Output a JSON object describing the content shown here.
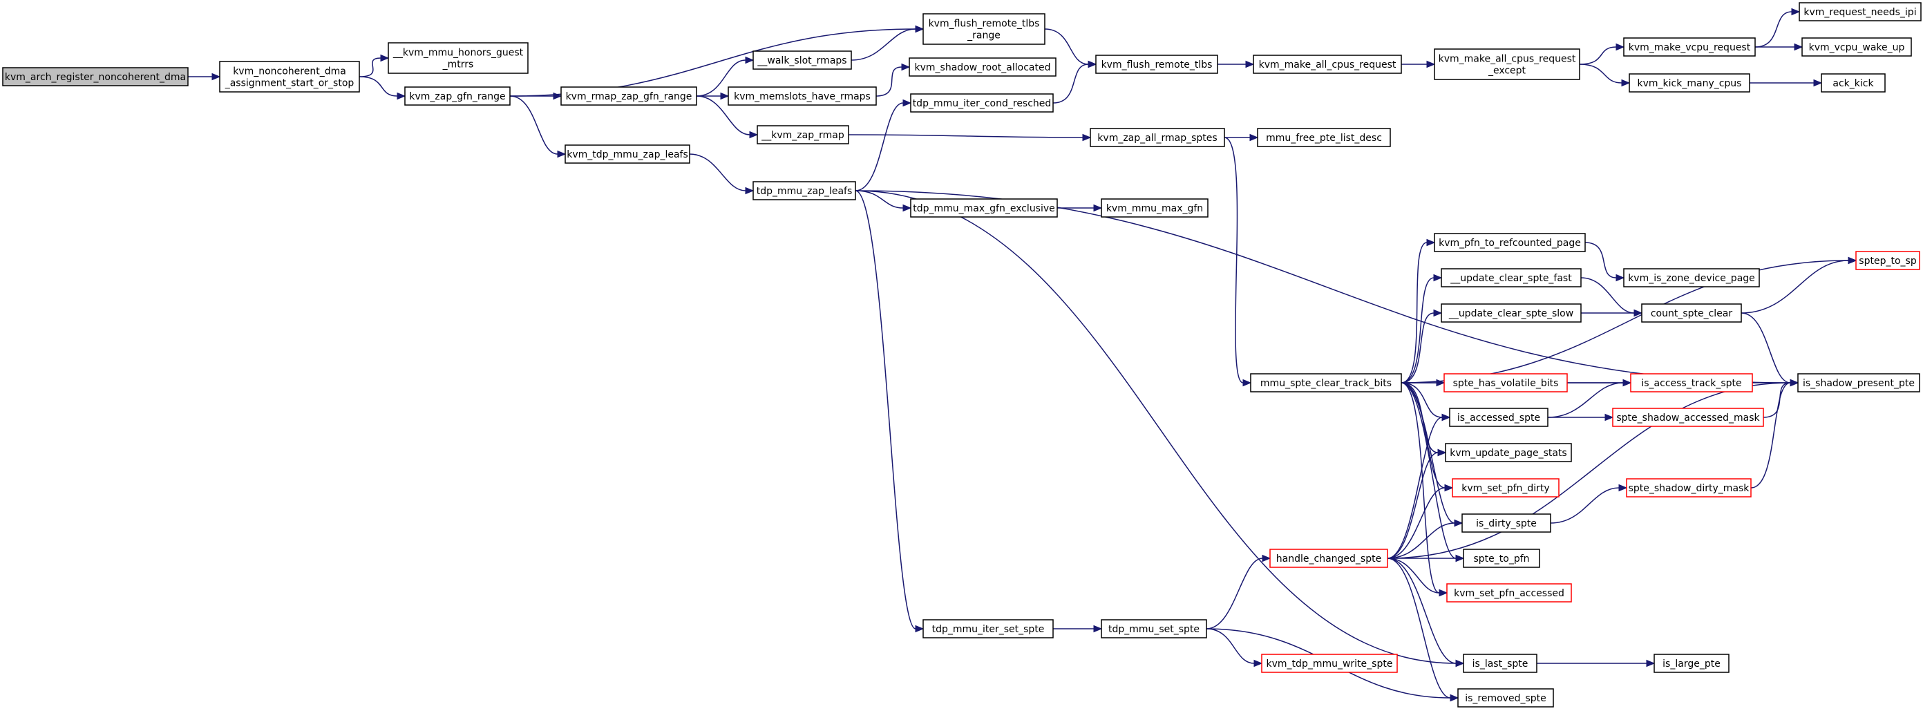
{
  "colors": {
    "edge": "#191970",
    "node_border": "#000000",
    "node_border_truncated": "#ff0000",
    "root_fill": "#bfbfbf",
    "node_fill": "#ffffff"
  },
  "nodes": [
    {
      "id": "root",
      "lines": [
        "kvm_arch_register_noncoherent_dma"
      ],
      "kind": "root"
    },
    {
      "id": "start_or_stop",
      "lines": [
        "kvm_noncoherent_dma",
        "_assignment_start_or_stop"
      ],
      "kind": "normal"
    },
    {
      "id": "honors_guest_mtrrs",
      "lines": [
        "__kvm_mmu_honors_guest",
        "_mtrrs"
      ],
      "kind": "normal"
    },
    {
      "id": "zap_gfn_range",
      "lines": [
        "kvm_zap_gfn_range"
      ],
      "kind": "normal"
    },
    {
      "id": "flush_tlbs_range",
      "lines": [
        "kvm_flush_remote_tlbs",
        "_range"
      ],
      "kind": "normal"
    },
    {
      "id": "walk_slot_rmaps",
      "lines": [
        "__walk_slot_rmaps"
      ],
      "kind": "normal"
    },
    {
      "id": "rmap_zap_gfn_range",
      "lines": [
        "kvm_rmap_zap_gfn_range"
      ],
      "kind": "normal"
    },
    {
      "id": "shadow_root_allocated",
      "lines": [
        "kvm_shadow_root_allocated"
      ],
      "kind": "normal"
    },
    {
      "id": "memslots_have_rmaps",
      "lines": [
        "kvm_memslots_have_rmaps"
      ],
      "kind": "normal"
    },
    {
      "id": "flush_tlbs",
      "lines": [
        "kvm_flush_remote_tlbs"
      ],
      "kind": "normal"
    },
    {
      "id": "make_all_cpus_request",
      "lines": [
        "kvm_make_all_cpus_request"
      ],
      "kind": "normal"
    },
    {
      "id": "make_all_cpus_request_except",
      "lines": [
        "kvm_make_all_cpus_request",
        "_except"
      ],
      "kind": "normal"
    },
    {
      "id": "make_vcpu_request",
      "lines": [
        "kvm_make_vcpu_request"
      ],
      "kind": "normal"
    },
    {
      "id": "request_needs_ipi",
      "lines": [
        "kvm_request_needs_ipi"
      ],
      "kind": "normal"
    },
    {
      "id": "vcpu_wake_up",
      "lines": [
        "kvm_vcpu_wake_up"
      ],
      "kind": "normal"
    },
    {
      "id": "kick_many_cpus",
      "lines": [
        "kvm_kick_many_cpus"
      ],
      "kind": "normal"
    },
    {
      "id": "ack_kick",
      "lines": [
        "ack_kick"
      ],
      "kind": "normal"
    },
    {
      "id": "iter_cond_resched",
      "lines": [
        "tdp_mmu_iter_cond_resched"
      ],
      "kind": "normal"
    },
    {
      "id": "kvm_zap_rmap",
      "lines": [
        "__kvm_zap_rmap"
      ],
      "kind": "normal"
    },
    {
      "id": "zap_all_rmap_sptes",
      "lines": [
        "kvm_zap_all_rmap_sptes"
      ],
      "kind": "normal"
    },
    {
      "id": "free_pte_list_desc",
      "lines": [
        "mmu_free_pte_list_desc"
      ],
      "kind": "normal"
    },
    {
      "id": "tdp_mmu_zap_leafs_kvm",
      "lines": [
        "kvm_tdp_mmu_zap_leafs"
      ],
      "kind": "normal"
    },
    {
      "id": "tdp_mmu_zap_leafs",
      "lines": [
        "tdp_mmu_zap_leafs"
      ],
      "kind": "normal"
    },
    {
      "id": "max_gfn_exclusive",
      "lines": [
        "tdp_mmu_max_gfn_exclusive"
      ],
      "kind": "normal"
    },
    {
      "id": "mmu_max_gfn",
      "lines": [
        "kvm_mmu_max_gfn"
      ],
      "kind": "normal"
    },
    {
      "id": "pfn_to_refcounted_page",
      "lines": [
        "kvm_pfn_to_refcounted_page"
      ],
      "kind": "normal"
    },
    {
      "id": "is_zone_device_page",
      "lines": [
        "kvm_is_zone_device_page"
      ],
      "kind": "normal"
    },
    {
      "id": "sptep_to_sp",
      "lines": [
        "sptep_to_sp"
      ],
      "kind": "truncated"
    },
    {
      "id": "update_clear_spte_fast",
      "lines": [
        "__update_clear_spte_fast"
      ],
      "kind": "normal"
    },
    {
      "id": "update_clear_spte_slow",
      "lines": [
        "__update_clear_spte_slow"
      ],
      "kind": "normal"
    },
    {
      "id": "count_spte_clear",
      "lines": [
        "count_spte_clear"
      ],
      "kind": "normal"
    },
    {
      "id": "clear_track_bits",
      "lines": [
        "mmu_spte_clear_track_bits"
      ],
      "kind": "normal"
    },
    {
      "id": "has_volatile_bits",
      "lines": [
        "spte_has_volatile_bits"
      ],
      "kind": "truncated"
    },
    {
      "id": "is_access_track_spte",
      "lines": [
        "is_access_track_spte"
      ],
      "kind": "truncated"
    },
    {
      "id": "is_shadow_present_pte",
      "lines": [
        "is_shadow_present_pte"
      ],
      "kind": "normal"
    },
    {
      "id": "is_accessed_spte",
      "lines": [
        "is_accessed_spte"
      ],
      "kind": "normal"
    },
    {
      "id": "shadow_accessed_mask",
      "lines": [
        "spte_shadow_accessed_mask"
      ],
      "kind": "truncated"
    },
    {
      "id": "update_page_stats",
      "lines": [
        "kvm_update_page_stats"
      ],
      "kind": "normal"
    },
    {
      "id": "set_pfn_dirty",
      "lines": [
        "kvm_set_pfn_dirty"
      ],
      "kind": "truncated"
    },
    {
      "id": "shadow_dirty_mask",
      "lines": [
        "spte_shadow_dirty_mask"
      ],
      "kind": "truncated"
    },
    {
      "id": "is_dirty_spte",
      "lines": [
        "is_dirty_spte"
      ],
      "kind": "normal"
    },
    {
      "id": "handle_changed_spte",
      "lines": [
        "handle_changed_spte"
      ],
      "kind": "truncated"
    },
    {
      "id": "spte_to_pfn",
      "lines": [
        "spte_to_pfn"
      ],
      "kind": "normal"
    },
    {
      "id": "set_pfn_accessed",
      "lines": [
        "kvm_set_pfn_accessed"
      ],
      "kind": "truncated"
    },
    {
      "id": "iter_set_spte",
      "lines": [
        "tdp_mmu_iter_set_spte"
      ],
      "kind": "normal"
    },
    {
      "id": "tdp_mmu_set_spte",
      "lines": [
        "tdp_mmu_set_spte"
      ],
      "kind": "normal"
    },
    {
      "id": "tdp_mmu_write_spte",
      "lines": [
        "kvm_tdp_mmu_write_spte"
      ],
      "kind": "truncated"
    },
    {
      "id": "is_last_spte",
      "lines": [
        "is_last_spte"
      ],
      "kind": "normal"
    },
    {
      "id": "is_large_pte",
      "lines": [
        "is_large_pte"
      ],
      "kind": "normal"
    },
    {
      "id": "is_removed_spte",
      "lines": [
        "is_removed_spte"
      ],
      "kind": "normal"
    }
  ],
  "edges": [
    [
      "root",
      "start_or_stop"
    ],
    [
      "start_or_stop",
      "honors_guest_mtrrs"
    ],
    [
      "start_or_stop",
      "zap_gfn_range"
    ],
    [
      "zap_gfn_range",
      "flush_tlbs_range"
    ],
    [
      "zap_gfn_range",
      "rmap_zap_gfn_range"
    ],
    [
      "zap_gfn_range",
      "tdp_mmu_zap_leafs_kvm"
    ],
    [
      "flush_tlbs_range",
      "flush_tlbs"
    ],
    [
      "walk_slot_rmaps",
      "flush_tlbs_range"
    ],
    [
      "rmap_zap_gfn_range",
      "walk_slot_rmaps"
    ],
    [
      "rmap_zap_gfn_range",
      "memslots_have_rmaps"
    ],
    [
      "rmap_zap_gfn_range",
      "kvm_zap_rmap"
    ],
    [
      "memslots_have_rmaps",
      "shadow_root_allocated"
    ],
    [
      "flush_tlbs",
      "make_all_cpus_request"
    ],
    [
      "make_all_cpus_request",
      "make_all_cpus_request_except"
    ],
    [
      "make_all_cpus_request_except",
      "make_vcpu_request"
    ],
    [
      "make_all_cpus_request_except",
      "kick_many_cpus"
    ],
    [
      "make_vcpu_request",
      "request_needs_ipi"
    ],
    [
      "make_vcpu_request",
      "vcpu_wake_up"
    ],
    [
      "kick_many_cpus",
      "ack_kick"
    ],
    [
      "iter_cond_resched",
      "flush_tlbs"
    ],
    [
      "kvm_zap_rmap",
      "zap_all_rmap_sptes"
    ],
    [
      "zap_all_rmap_sptes",
      "free_pte_list_desc"
    ],
    [
      "zap_all_rmap_sptes",
      "clear_track_bits"
    ],
    [
      "tdp_mmu_zap_leafs_kvm",
      "tdp_mmu_zap_leafs"
    ],
    [
      "tdp_mmu_zap_leafs",
      "iter_cond_resched"
    ],
    [
      "tdp_mmu_zap_leafs",
      "max_gfn_exclusive"
    ],
    [
      "tdp_mmu_zap_leafs",
      "is_shadow_present_pte"
    ],
    [
      "tdp_mmu_zap_leafs",
      "is_last_spte"
    ],
    [
      "tdp_mmu_zap_leafs",
      "iter_set_spte"
    ],
    [
      "max_gfn_exclusive",
      "mmu_max_gfn"
    ],
    [
      "clear_track_bits",
      "pfn_to_refcounted_page"
    ],
    [
      "clear_track_bits",
      "sptep_to_sp"
    ],
    [
      "clear_track_bits",
      "update_clear_spte_fast"
    ],
    [
      "clear_track_bits",
      "update_clear_spte_slow"
    ],
    [
      "clear_track_bits",
      "has_volatile_bits"
    ],
    [
      "clear_track_bits",
      "is_shadow_present_pte"
    ],
    [
      "clear_track_bits",
      "is_accessed_spte"
    ],
    [
      "clear_track_bits",
      "update_page_stats"
    ],
    [
      "clear_track_bits",
      "set_pfn_dirty"
    ],
    [
      "clear_track_bits",
      "is_dirty_spte"
    ],
    [
      "clear_track_bits",
      "spte_to_pfn"
    ],
    [
      "clear_track_bits",
      "set_pfn_accessed"
    ],
    [
      "pfn_to_refcounted_page",
      "is_zone_device_page"
    ],
    [
      "update_clear_spte_fast",
      "count_spte_clear"
    ],
    [
      "update_clear_spte_slow",
      "count_spte_clear"
    ],
    [
      "count_spte_clear",
      "sptep_to_sp"
    ],
    [
      "count_spte_clear",
      "is_shadow_present_pte"
    ],
    [
      "has_volatile_bits",
      "is_access_track_spte"
    ],
    [
      "is_accessed_spte",
      "is_access_track_spte"
    ],
    [
      "is_accessed_spte",
      "shadow_accessed_mask"
    ],
    [
      "shadow_accessed_mask",
      "is_shadow_present_pte"
    ],
    [
      "is_dirty_spte",
      "shadow_dirty_mask"
    ],
    [
      "shadow_dirty_mask",
      "is_shadow_present_pte"
    ],
    [
      "handle_changed_spte",
      "is_accessed_spte"
    ],
    [
      "handle_changed_spte",
      "update_page_stats"
    ],
    [
      "handle_changed_spte",
      "set_pfn_dirty"
    ],
    [
      "handle_changed_spte",
      "is_dirty_spte"
    ],
    [
      "handle_changed_spte",
      "spte_to_pfn"
    ],
    [
      "handle_changed_spte",
      "set_pfn_accessed"
    ],
    [
      "handle_changed_spte",
      "is_shadow_present_pte"
    ],
    [
      "handle_changed_spte",
      "is_last_spte"
    ],
    [
      "handle_changed_spte",
      "is_removed_spte"
    ],
    [
      "iter_set_spte",
      "tdp_mmu_set_spte"
    ],
    [
      "tdp_mmu_set_spte",
      "handle_changed_spte"
    ],
    [
      "tdp_mmu_set_spte",
      "tdp_mmu_write_spte"
    ],
    [
      "tdp_mmu_set_spte",
      "is_removed_spte"
    ],
    [
      "is_last_spte",
      "is_large_pte"
    ]
  ]
}
